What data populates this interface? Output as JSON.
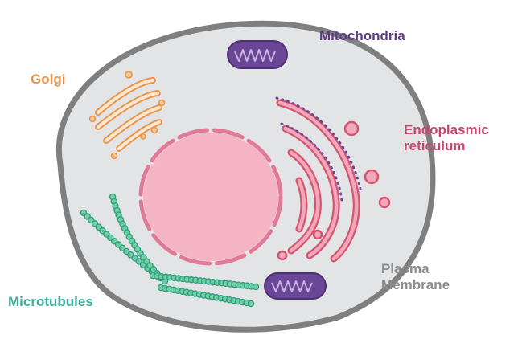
{
  "labels": {
    "golgi": "Golgi",
    "mitochondria": "Mitochondria",
    "er_line1": "Endoplasmic",
    "er_line2": "reticulum",
    "pm_line1": "Plasma",
    "pm_line2": "Membrane",
    "microtubules": "Microtubules"
  },
  "colors": {
    "golgi": "#e9954a",
    "mitochondria": "#5c3b82",
    "er": "#c8456b",
    "plasma_membrane": "#8c8c8c",
    "microtubules": "#3fae9a"
  },
  "icons": {
    "cell": "cell-diagram",
    "nucleus": "nucleus-shape",
    "golgi": "golgi-stack-shape",
    "mitochondria": "mitochondrion-shape",
    "er": "endoplasmic-reticulum-shape",
    "microtubules": "microtubule-bead-chain"
  }
}
